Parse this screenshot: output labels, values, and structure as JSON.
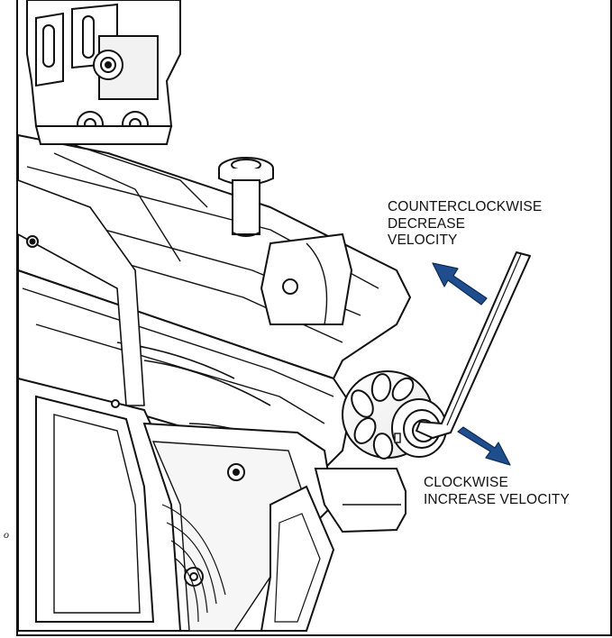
{
  "diagram": {
    "labels": {
      "counterclockwise": {
        "direction": "COUNTERCLOCKWISE",
        "line2": "DECREASE",
        "line3": "VELOCITY"
      },
      "clockwise": {
        "direction": "CLOCKWISE",
        "line2": "INCREASE VELOCITY"
      }
    },
    "margin_mark": "o",
    "colors": {
      "arrow": "#1f4e8f",
      "line": "#111111",
      "shade": "#4a4a4a",
      "background": "#ffffff"
    },
    "icons": [
      "marker-body",
      "velocity-adjuster",
      "hex-key",
      "arrow-counterclockwise",
      "arrow-clockwise"
    ]
  }
}
